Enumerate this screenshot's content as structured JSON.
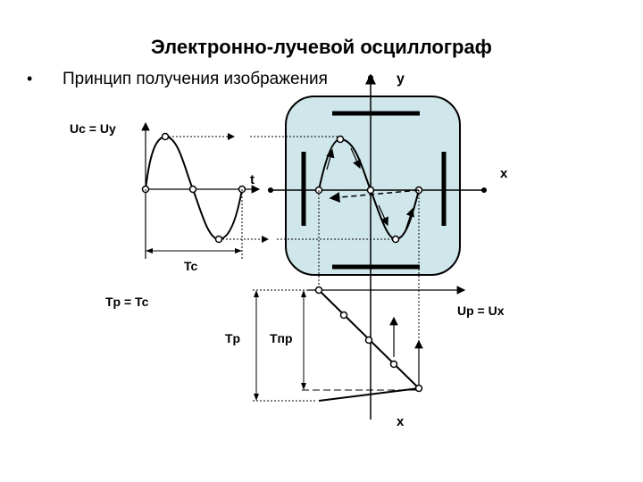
{
  "title": "Электронно-лучевой осциллограф",
  "bullet": "Принцип получения изображения",
  "labels": {
    "y_axis": "y",
    "x_axis_right": "x",
    "x_axis_bottom": "x",
    "t_axis": "t",
    "uc_uy": "Uc = Uy",
    "tc": "Tc",
    "tp_tc": "Tp = Tc",
    "tp": "Tp",
    "tpr": "Tпр",
    "up_ux": "Up = Ux"
  },
  "colors": {
    "screen_fill": "#cfe6ea",
    "line": "#000000"
  }
}
